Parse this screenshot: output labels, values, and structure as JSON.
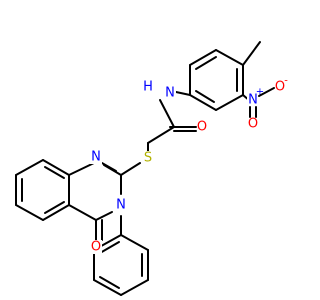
{
  "molecule": {
    "atoms": {
      "amide_h": "H",
      "amide_n": "N",
      "amide_o": "O",
      "thioether_s": "S",
      "quinazoline_n1": "N",
      "quinazoline_n3": "N",
      "carbonyl_o": "O",
      "nitro_n": "N",
      "nitro_plus": "+",
      "nitro_o_top": "O",
      "nitro_o_minus": "O",
      "nitro_minus": "-"
    },
    "colors": {
      "bond": "#000000",
      "carbon_skeleton": "#000000",
      "nitrogen": "#0000ff",
      "oxygen": "#ff0000",
      "sulfur": "#b2b200"
    }
  }
}
